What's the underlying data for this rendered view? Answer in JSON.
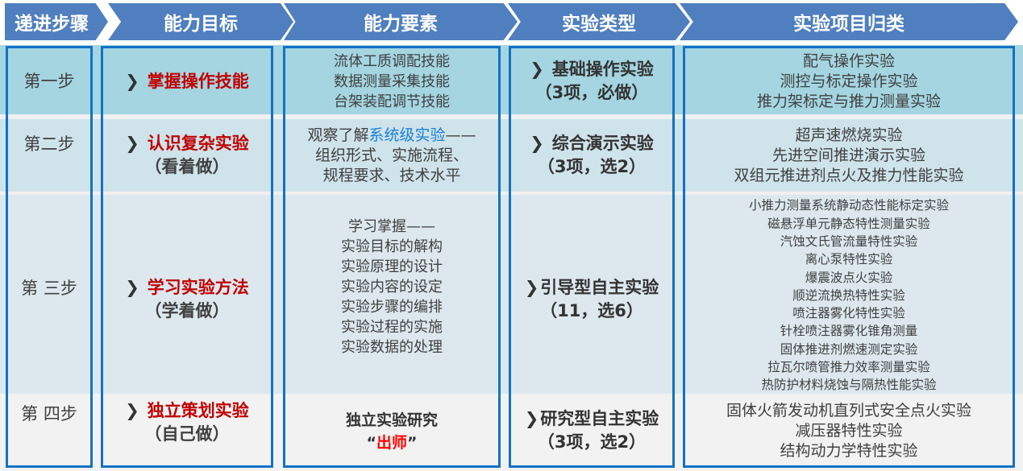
{
  "headers": [
    "递进步骤",
    "能力目标",
    "能力要素",
    "实验类型",
    "实验项目归类"
  ],
  "colors": {
    "header": "#4f7fbe",
    "border": "#1372c4",
    "goal": "#c00000",
    "highlight": "#1a7fd6"
  },
  "rows": [
    {
      "step": "第一步",
      "goal": "掌握操作技能",
      "goal_sub": "",
      "elements": [
        "流体工质调配技能",
        "数据测量采集技能",
        "台架装配调节技能"
      ],
      "type": "基础操作实验",
      "type_sub": "（3项，必做）",
      "projects": [
        "配气操作实验",
        "测控与标定操作实验",
        "推力架标定与推力测量实验"
      ]
    },
    {
      "step": "第二步",
      "goal": "认识复杂实验",
      "goal_sub": "（看着做）",
      "elements_prefix": "观察了解",
      "elements_highlight": "系统级实验",
      "elements_suffix": "——",
      "elements": [
        "组织形式、实施流程、",
        "规程要求、技术水平"
      ],
      "type": "综合演示实验",
      "type_sub": "（3项，选2）",
      "projects": [
        "超声速燃烧实验",
        "先进空间推进演示实验",
        "双组元推进剂点火及推力性能实验"
      ]
    },
    {
      "step": "第 三步",
      "goal": "学习实验方法",
      "goal_sub": "（学着做）",
      "elements": [
        "学习掌握——",
        "实验目标的解构",
        "实验原理的设计",
        "实验内容的设定",
        "实验步骤的编排",
        "实验过程的实施",
        "实验数据的处理"
      ],
      "type": "引导型自主实验",
      "type_sub": "（11，选6）",
      "projects": [
        "小推力测量系统静动态性能标定实验",
        "磁悬浮单元静态特性测量实验",
        "汽蚀文氏管流量特性实验",
        "离心泵特性实验",
        "爆震波点火实验",
        "顺逆流换热特性实验",
        "喷注器雾化特性实验",
        "针栓喷注器雾化锥角测量",
        "固体推进剂燃速测定实验",
        "拉瓦尔喷管推力效率测量实验",
        "热防护材料烧蚀与隔热性能实验"
      ]
    },
    {
      "step": "第 四步",
      "goal": "独立策划实验",
      "goal_sub": "（自己做）",
      "elements_main": "独立实验研究",
      "elements_quote_open": "“",
      "elements_highlight": "出师",
      "elements_quote_close": "”",
      "type": "研究型自主实验",
      "type_sub": "（3项，选2）",
      "projects": [
        "固体火箭发动机直列式安全点火实验",
        "减压器特性实验",
        "结构动力学特性实验"
      ]
    }
  ],
  "chevron": "❯"
}
